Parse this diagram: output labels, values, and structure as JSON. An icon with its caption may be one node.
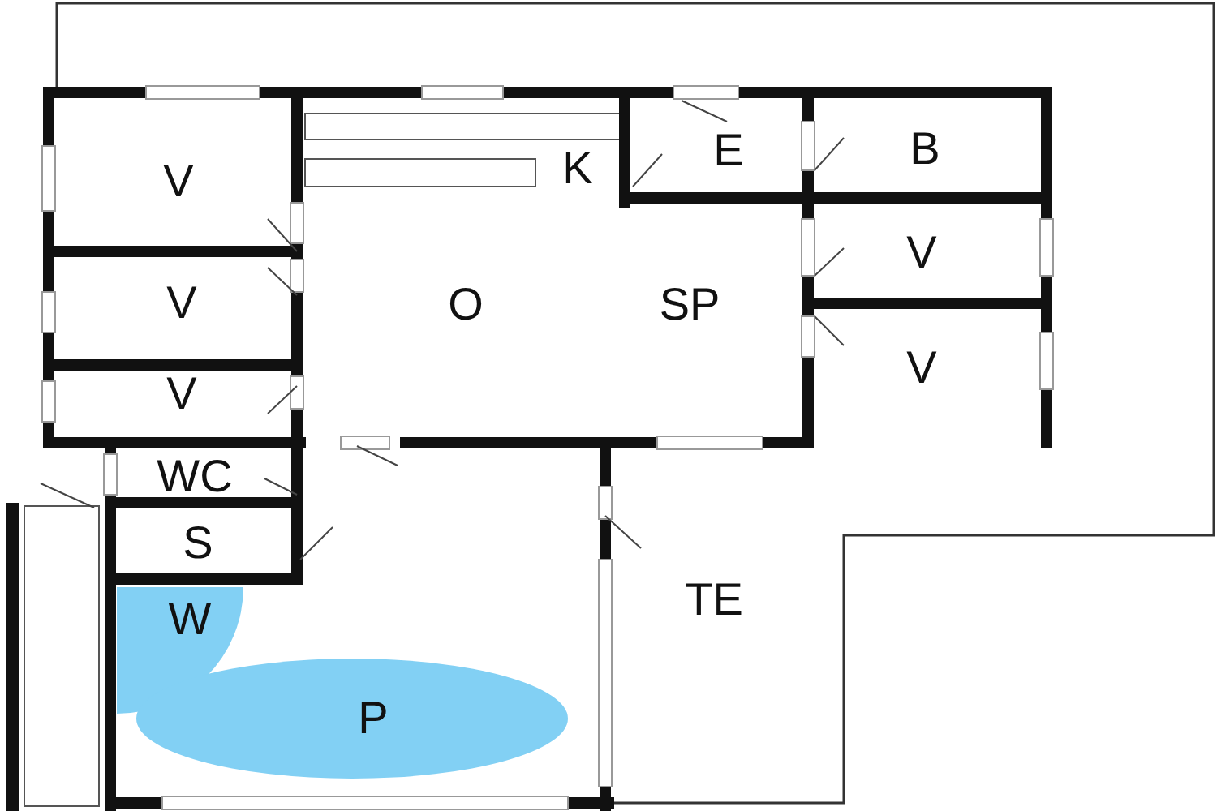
{
  "diagram": {
    "labels": [
      "V",
      "K",
      "E",
      "B",
      "V",
      "O",
      "SP",
      "V",
      "V",
      "V",
      "WC",
      "S",
      "W",
      "P",
      "TE"
    ]
  }
}
